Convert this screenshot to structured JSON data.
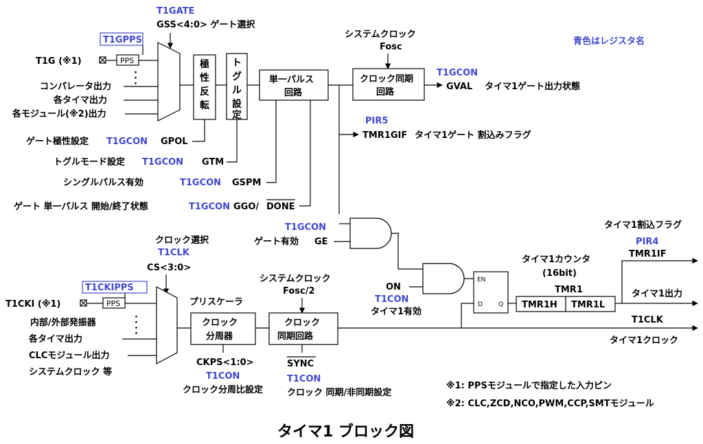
{
  "title": "タイマ1 ブロック図",
  "note_blue": "青色はレジスタ名",
  "footnotes": [
    "※1: PPSモジュールで指定した入力ピン",
    "※2: CLC,ZCD,NCO,PWM,CCP,SMTモジュール"
  ],
  "gate": {
    "reg_gate": "T1GATE",
    "gss": "GSS<4:0> ゲート選択",
    "pps_reg": "T1GPPS",
    "pps": "PPS",
    "inputs": [
      "T1G (※1)",
      "コンパレータ出力",
      "各タイマ出力",
      "各モジュール(※2)出力"
    ],
    "polarity_box": "極性反転",
    "toggle_box": "トグル設定",
    "single_pulse_box": [
      "単一パルス",
      "回路"
    ],
    "sysclk": "システムクロック",
    "fosc": "Fosc",
    "sync_box": [
      "クロック同期",
      "回路"
    ],
    "gval_reg": "T1GCON",
    "gval": "GVAL",
    "gval_desc": "タイマ1ゲート出力状態",
    "pir5": "PIR5",
    "tmr1gif": "TMR1GIF",
    "tmr1gif_desc": "タイマ1ゲート 割込みフラグ",
    "gpol_label": "ゲート極性設定",
    "gpol_reg": "T1GCON",
    "gpol": "GPOL",
    "gtm_label": "トグルモード設定",
    "gtm_reg": "T1GCON",
    "gtm": "GTM",
    "gspm_label": "シングルパルス有効",
    "gspm_reg": "T1GCON",
    "gspm": "GSPM",
    "ggo_label": "ゲート 単一パルス 開始/終了状態",
    "ggo_reg": "T1GCON",
    "ggo": "GGO/",
    "done": "DONE",
    "ge_reg": "T1GCON",
    "ge_label": "ゲート有効",
    "ge": "GE"
  },
  "clock": {
    "clk_sel": "クロック選択",
    "clk_reg": "T1CLK",
    "cs": "CS<3:0>",
    "pps_reg": "T1CKIPPS",
    "pps": "PPS",
    "inputs": [
      "T1CKI (※1)",
      "内部/外部発振器",
      "各タイマ出力",
      "CLCモジュール出力",
      "システムクロック 等"
    ],
    "prescaler": "プリスケーラ",
    "div_box": [
      "クロック",
      "分周器"
    ],
    "sysclk": "システムクロック",
    "fosc2": "Fosc/2",
    "sync_box": [
      "クロック",
      "同期回路"
    ],
    "ckps": "CKPS<1:0>",
    "ckps_reg": "T1CON",
    "ckps_desc": "クロック分周比設定",
    "sync": "SYNC",
    "sync_reg": "T1CON",
    "sync_desc": "クロック 同期/非同期設定",
    "on": "ON",
    "on_reg": "T1CON",
    "on_desc": "タイマ1有効"
  },
  "counter": {
    "label": "タイマ1カウンタ",
    "bits": "(16bit)",
    "tmr1": "TMR1",
    "tmr1h": "TMR1H",
    "tmr1l": "TMR1L",
    "en": "EN",
    "d": "D",
    "q": "Q",
    "int_flag": "タイマ1割込フラグ",
    "pir4": "PIR4",
    "tmr1if": "TMR1IF",
    "out": "タイマ1出力",
    "t1clk": "T1CLK",
    "t1clk_desc": "タイマ1クロック"
  }
}
